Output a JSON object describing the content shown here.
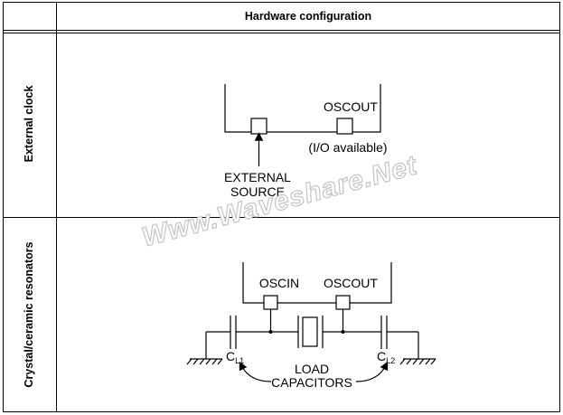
{
  "table": {
    "header": "Hardware configuration",
    "rows": [
      {
        "label": "External clock"
      },
      {
        "label": "Crystal/ceramic resonators"
      }
    ]
  },
  "external_clock": {
    "pin_label": "OSCOUT",
    "pin_note": "(I/O available)",
    "source_line1": "EXTERNAL",
    "source_line2": "SOURCE"
  },
  "crystal": {
    "pin_in_label": "OSCIN",
    "pin_out_label": "OSCOUT",
    "cap1_main": "C",
    "cap1_sub": "L1",
    "cap2_main": "C",
    "cap2_sub": "L2",
    "load_line1": "LOAD",
    "load_line2": "CAPACITORS"
  },
  "watermark": "Www.Waveshare.Net"
}
